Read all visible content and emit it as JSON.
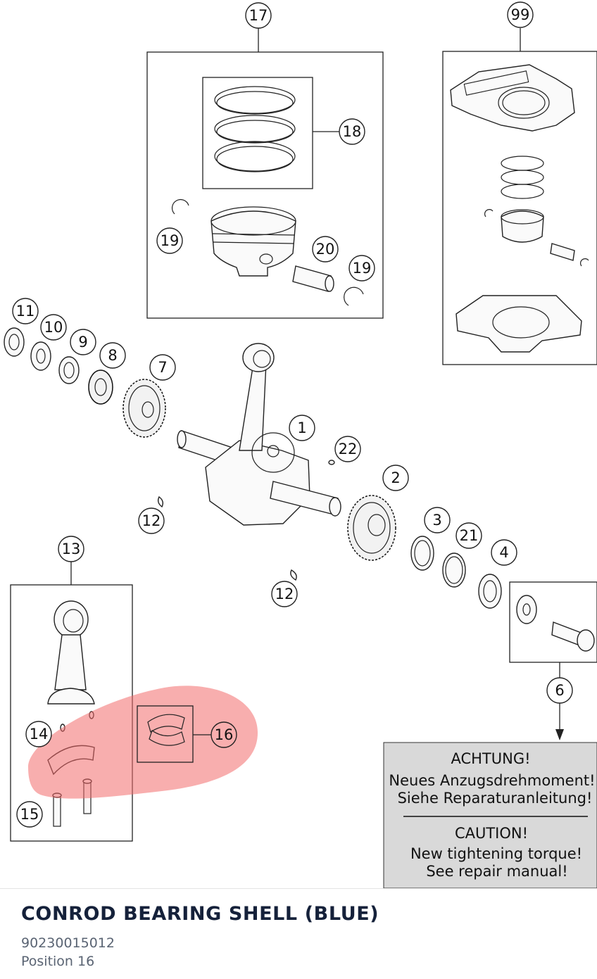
{
  "callouts": {
    "c17": "17",
    "c99": "99",
    "c18": "18",
    "c19a": "19",
    "c19b": "19",
    "c20": "20",
    "c11": "11",
    "c10": "10",
    "c9": "9",
    "c8": "8",
    "c7": "7",
    "c1": "1",
    "c22": "22",
    "c2": "2",
    "c12a": "12",
    "c12b": "12",
    "c3": "3",
    "c21": "21",
    "c4": "4",
    "c13": "13",
    "c6": "6",
    "c14": "14",
    "c15": "15",
    "c16": "16"
  },
  "caution": {
    "de_heading": "ACHTUNG!",
    "de_line1": "Neues Anzugsdrehmoment!",
    "de_line2": "Siehe Reparaturanleitung!",
    "en_heading": "CAUTION!",
    "en_line1": "New tightening torque!",
    "en_line2": "See repair manual!"
  },
  "part": {
    "name": "CONROD BEARING SHELL (BLUE)",
    "number": "90230015012",
    "position": "Position 16"
  },
  "colors": {
    "highlight": "#f26b6b",
    "title_text": "#15213a",
    "meta_text": "#5a6473",
    "caution_bg": "#d9d9d9"
  }
}
